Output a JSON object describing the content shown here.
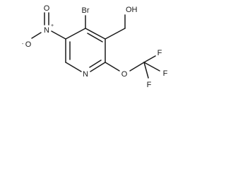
{
  "molecule": {
    "atoms": {
      "br": "Br",
      "oh": "OH",
      "n_nitro": "N",
      "n_nitro_charge": "+",
      "o_nitro_top": "O",
      "o_nitro_minus": "O",
      "o_nitro_minus_prefix": "-",
      "n_ring": "N",
      "o_ether": "O",
      "f_top": "F",
      "f_right": "F",
      "f_bottom": "F"
    },
    "colors": {
      "ink": "#1a1a1a",
      "background": "#ffffff"
    }
  }
}
